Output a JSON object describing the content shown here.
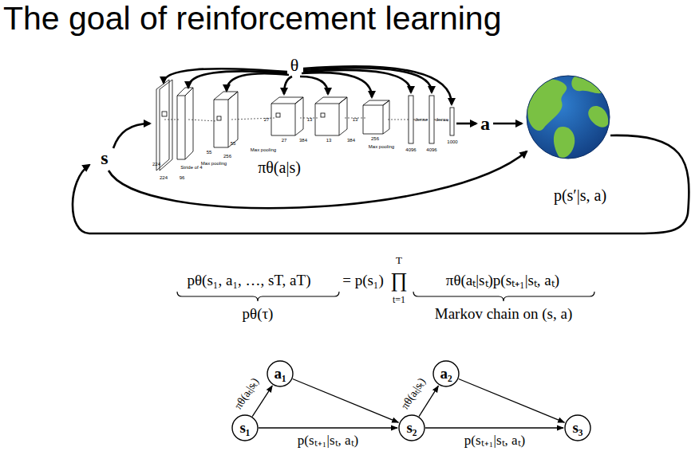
{
  "diagram": {
    "title": "The goal of reinforcement learning",
    "nodes": [
      {
        "text": [
          "s₁"
        ]
      },
      {
        "text": [
          "a₁"
        ]
      },
      {
        "text": [
          "s₂"
        ]
      },
      {
        "text": [
          "a₂"
        ]
      },
      {
        "text": [
          "s₃"
        ]
      }
    ],
    "edges": [
      {
        "from": 0,
        "to": 1,
        "arrow": "to",
        "label": "πθ(aₜ|sₜ)"
      },
      {
        "from": 0,
        "to": 2,
        "arrow": "to",
        "label": "p(sₜ₊₁|sₜ, aₜ)"
      },
      {
        "from": 1,
        "to": 2,
        "arrow": "to"
      },
      {
        "from": 2,
        "to": 3,
        "arrow": "to",
        "label": "πθ(aₜ|sₜ)"
      },
      {
        "from": 2,
        "to": 4,
        "arrow": "to",
        "label": "p(sₜ₊₁|sₜ, aₜ)"
      },
      {
        "from": 3,
        "to": 4,
        "arrow": "to"
      }
    ],
    "labels": [
      "θ",
      "s",
      "a",
      "πθ(a|s)",
      "p(s′|s, a)",
      "224",
      "224",
      "Stride of 4",
      "96",
      "55",
      "55",
      "Max pooling",
      "256",
      "27",
      "27",
      "Max pooling",
      "384",
      "13",
      "13",
      "384",
      "13",
      "256",
      "Max pooling",
      "dense",
      "dense",
      "4096",
      "4096",
      "1000",
      "pθ(s₁, a₁, …, sT, aT)",
      "= p(s₁)",
      "T",
      "∏",
      "t=1",
      "πθ(aₜ|sₜ)p(sₜ₊₁|sₜ, aₜ)",
      "pθ(τ)",
      "Markov chain on (s, a)"
    ]
  }
}
